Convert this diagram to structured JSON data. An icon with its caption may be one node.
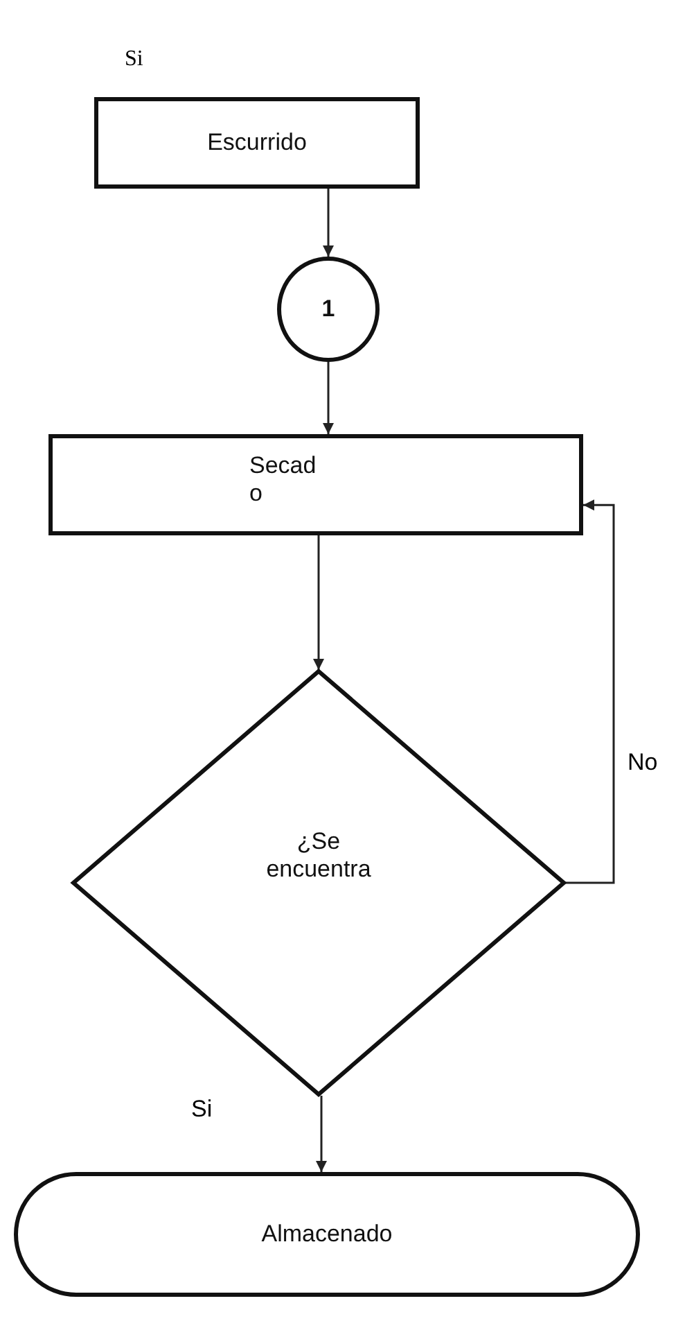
{
  "diagram": {
    "nodes": [
      {
        "text": [
          "Escurrido"
        ]
      },
      {
        "text": [
          "1"
        ]
      },
      {
        "text": [
          "Secad o"
        ]
      },
      {
        "text": [
          "¿Se encuentra"
        ]
      },
      {
        "text": [
          "Almacenado"
        ]
      }
    ],
    "edges": [
      {
        "from": 0,
        "to": 1,
        "arrow": "to"
      },
      {
        "from": 1,
        "to": 2,
        "arrow": "to"
      },
      {
        "from": 2,
        "to": 3,
        "arrow": "to"
      },
      {
        "from": 3,
        "to": 2,
        "arrow": "to",
        "label": "No"
      },
      {
        "from": 3,
        "to": 4,
        "arrow": "to",
        "label": "Si"
      }
    ],
    "labels": [
      "Si"
    ]
  }
}
